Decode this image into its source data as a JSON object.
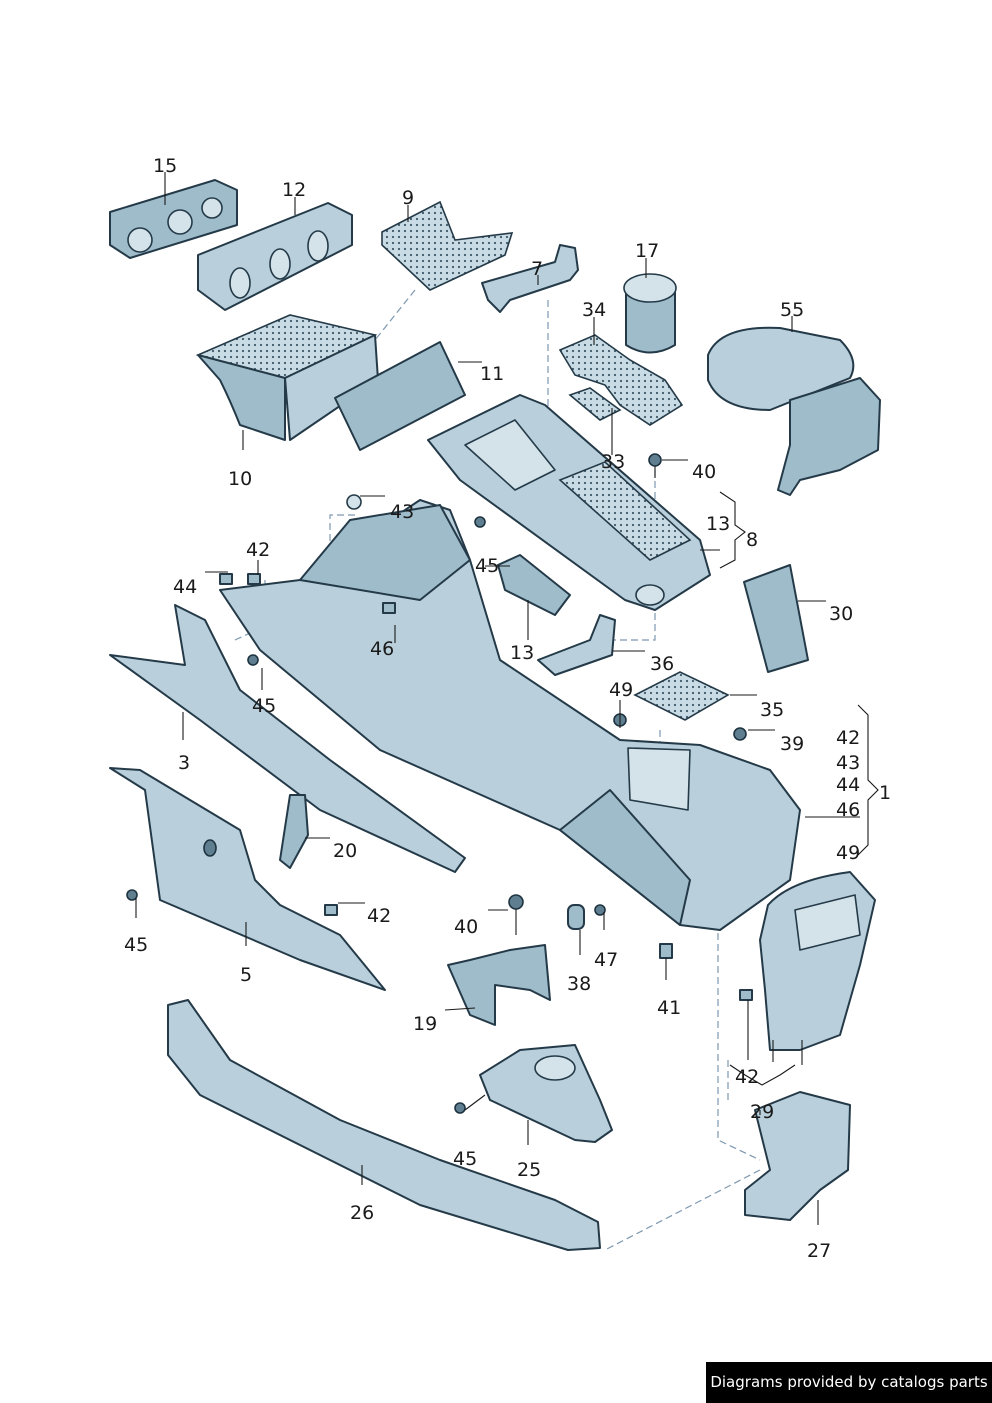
{
  "labels": {
    "n15": "15",
    "n12": "12",
    "n9": "9",
    "n7": "7",
    "n17": "17",
    "n34": "34",
    "n55": "55",
    "n11": "11",
    "n10": "10",
    "n33": "33",
    "n40a": "40",
    "n13a": "13",
    "n8": "8",
    "n43a": "43",
    "n42a": "42",
    "n45a": "45",
    "n44a": "44",
    "n30": "30",
    "n46a": "46",
    "n13b": "13",
    "n36": "36",
    "n45b": "45",
    "n49a": "49",
    "n35": "35",
    "n39": "39",
    "n3": "3",
    "n42b": "42",
    "n43b": "43",
    "n44b": "44",
    "n46b": "46",
    "n49b": "49",
    "n1": "1",
    "n20": "20",
    "n42c": "42",
    "n45c": "45",
    "n5": "5",
    "n40b": "40",
    "n47": "47",
    "n38": "38",
    "n41": "41",
    "n19": "19",
    "n42d": "42",
    "n29": "29",
    "n45d": "45",
    "n25": "25",
    "n26": "26",
    "n27": "27"
  },
  "footer": {
    "text": "Diagrams provided by catalogs parts"
  }
}
